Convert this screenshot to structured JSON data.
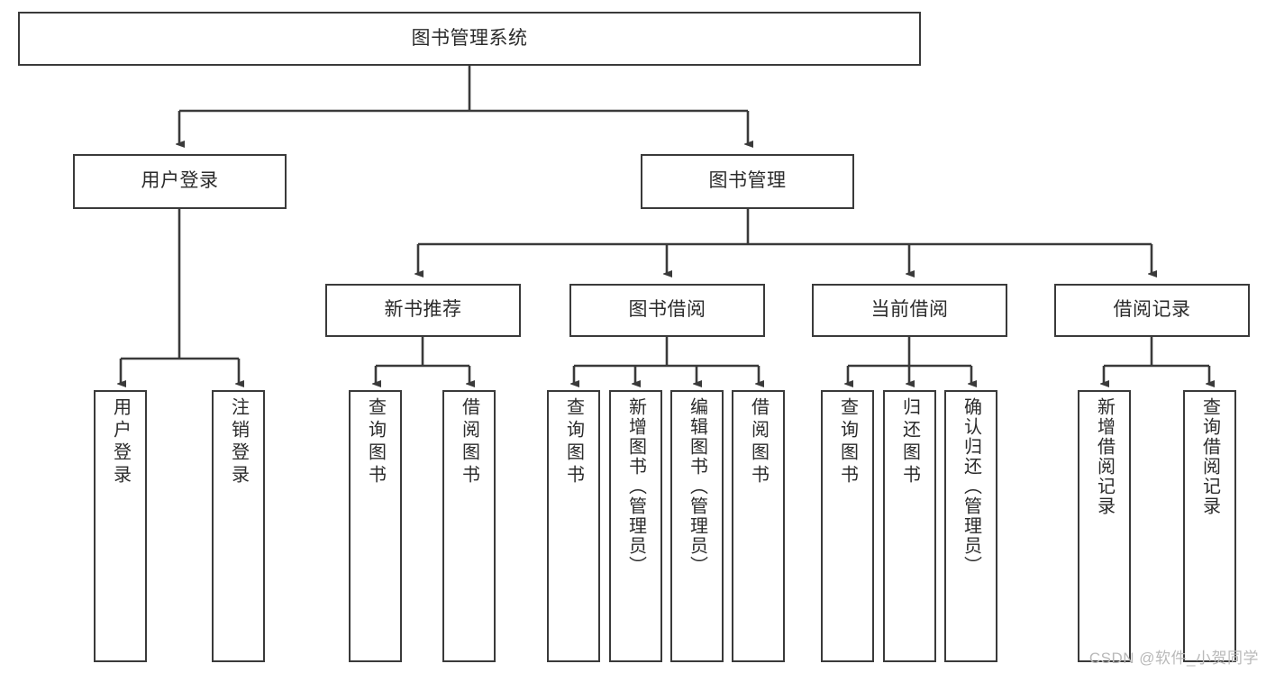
{
  "diagram": {
    "title": "图书管理系统",
    "type": "hierarchy-tree",
    "root": {
      "id": "root",
      "label": "图书管理系统"
    },
    "level1": [
      {
        "id": "user-login",
        "label": "用户登录"
      },
      {
        "id": "book-management",
        "label": "图书管理"
      }
    ],
    "level2": [
      {
        "id": "new-book-recommend",
        "label": "新书推荐",
        "parent": "book-management"
      },
      {
        "id": "book-borrow",
        "label": "图书借阅",
        "parent": "book-management"
      },
      {
        "id": "current-borrow",
        "label": "当前借阅",
        "parent": "book-management"
      },
      {
        "id": "borrow-record",
        "label": "借阅记录",
        "parent": "book-management"
      }
    ],
    "leaves": [
      {
        "id": "leaf-user-login",
        "label": "用户登录",
        "parent": "user-login"
      },
      {
        "id": "leaf-logout-login",
        "label": "注销登录",
        "parent": "user-login"
      },
      {
        "id": "leaf-query-book-1",
        "label": "查询图书",
        "parent": "new-book-recommend"
      },
      {
        "id": "leaf-borrow-book-1",
        "label": "借阅图书",
        "parent": "new-book-recommend"
      },
      {
        "id": "leaf-query-book-2",
        "label": "查询图书",
        "parent": "book-borrow"
      },
      {
        "id": "leaf-add-book",
        "label": "新增图书（管理员）",
        "parent": "book-borrow"
      },
      {
        "id": "leaf-edit-book",
        "label": "编辑图书（管理员）",
        "parent": "book-borrow"
      },
      {
        "id": "leaf-borrow-book-2",
        "label": "借阅图书",
        "parent": "book-borrow"
      },
      {
        "id": "leaf-query-book-3",
        "label": "查询图书",
        "parent": "current-borrow"
      },
      {
        "id": "leaf-return-book",
        "label": "归还图书",
        "parent": "current-borrow"
      },
      {
        "id": "leaf-confirm-return",
        "label": "确认归还（管理员）",
        "parent": "current-borrow"
      },
      {
        "id": "leaf-add-record",
        "label": "新增借阅记录",
        "parent": "borrow-record"
      },
      {
        "id": "leaf-query-record",
        "label": "查询借阅记录",
        "parent": "borrow-record"
      }
    ],
    "colors": {
      "stroke": "#3a3a3a",
      "fill": "#ffffff",
      "text": "#2b2b2b",
      "watermark": "#b9b9b9"
    }
  },
  "watermark": {
    "text": "CSDN @软件_小贺同学"
  }
}
